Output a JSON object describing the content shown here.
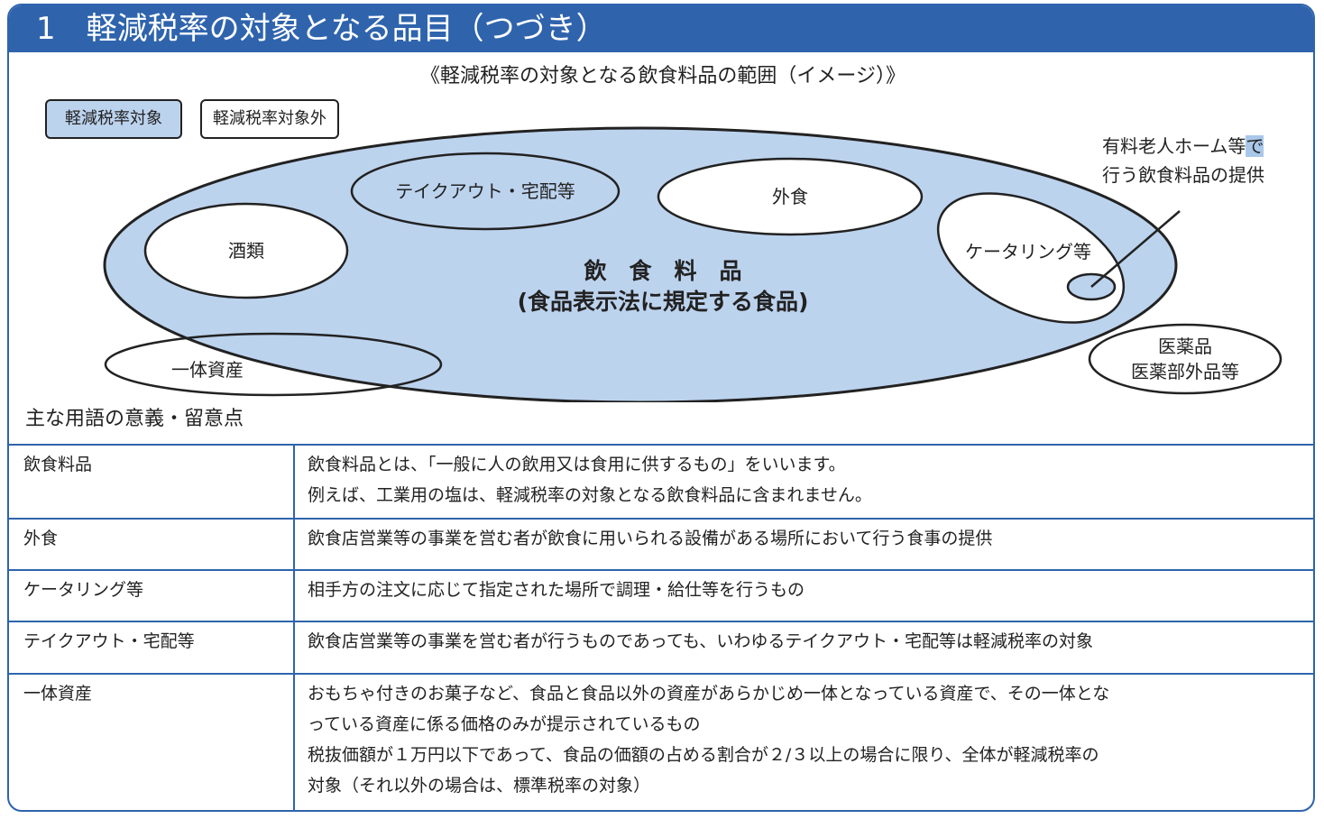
{
  "header": {
    "number": "1",
    "title": "軽減税率の対象となる品目（つづき）"
  },
  "diagram": {
    "title": "《軽減税率の対象となる飲食料品の範囲（イメージ）》",
    "legend": {
      "target": "軽減税率対象",
      "non_target": "軽減税率対象外"
    },
    "main_label_line1": "飲　食　料　品",
    "main_label_line2": "(食品表示法に規定する食品)",
    "alcohol": "酒類",
    "takeout": "テイクアウト・宅配等",
    "dining_out": "外食",
    "catering": "ケータリング等",
    "integrated_asset": "一体資産",
    "pharma_line1": "医薬品",
    "pharma_line2": "医薬部外品等",
    "nursing_home_line1_a": "有料老人ホーム等",
    "nursing_home_line1_b": "で",
    "nursing_home_line2": "行う飲食料品の提供"
  },
  "terms": {
    "heading": "主な用語の意義・留意点",
    "rows": [
      {
        "term": "飲食料品",
        "lines": [
          "飲食料品とは、「一般に人の飲用又は食用に供するもの」をいいます。",
          "例えば、工業用の塩は、軽減税率の対象となる飲食料品に含まれません。"
        ]
      },
      {
        "term": "外食",
        "lines": [
          "飲食店営業等の事業を営む者が飲食に用いられる設備がある場所において行う食事の提供"
        ]
      },
      {
        "term": "ケータリング等",
        "lines": [
          "相手方の注文に応じて指定された場所で調理・給仕等を行うもの"
        ]
      },
      {
        "term": "テイクアウト・宅配等",
        "lines": [
          "飲食店営業等の事業を営む者が行うものであっても、いわゆるテイクアウト・宅配等は軽減税率の対象"
        ]
      },
      {
        "term": "一体資産",
        "lines": [
          "おもちゃ付きのお菓子など、食品と食品以外の資産があらかじめ一体となっている資産で、その一体とな",
          "っている資産に係る価格のみが提示されているもの",
          "税抜価額が１万円以下であって、食品の価額の占める割合が２/３以上の場合に限り、全体が軽減税率の",
          "対象（それ以外の場合は、標準税率の対象）"
        ]
      }
    ]
  },
  "colors": {
    "accent": "#2f64ad",
    "target_fill": "#bcd3ee"
  }
}
